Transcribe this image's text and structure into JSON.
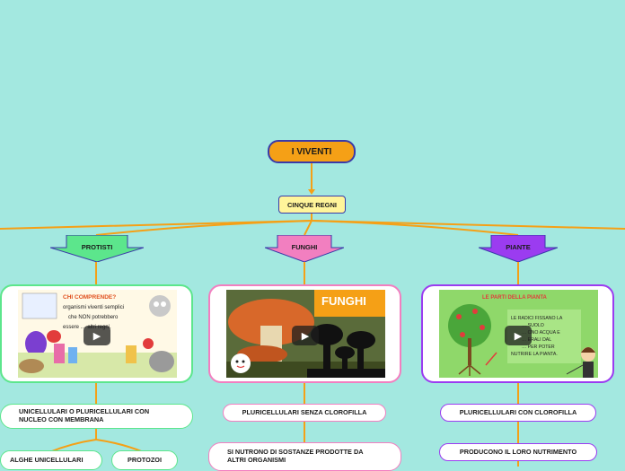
{
  "root": {
    "title": "I VIVENTI"
  },
  "level1": {
    "title": "CINQUE REGNI"
  },
  "branches": [
    {
      "label": "PROTISTI",
      "color": "#5ce68c"
    },
    {
      "label": "FUNGHI",
      "color": "#f27fc0"
    },
    {
      "label": "PIANTE",
      "color": "#9b3cf0"
    }
  ],
  "protisti": {
    "thumb": {
      "heading": "CHI COMPRENDE?",
      "line1": "organismi viventi semplici",
      "line2": "che NON potrebbero",
      "line3": "essere … altri regni."
    },
    "desc": "UNICELLULARI O PLURICELLULARI CON NUCLEO CON MEMBRANA",
    "sub": [
      "ALGHE UNICELLULARI",
      "PROTOZOI"
    ]
  },
  "funghi": {
    "thumb": {
      "heading": "FUNGHI"
    },
    "desc": "PLURICELLULARI SENZA CLOROFILLA",
    "desc2": "SI NUTRONO DI SOSTANZE PRODOTTE DA ALTRI ORGANISMI"
  },
  "piante": {
    "thumb": {
      "heading": "LE PARTI DELLA PIANTA",
      "t1": "LE RADICI FISSANO LA",
      "t2": "… SUOLO",
      "t3": "… ONO ACQUA E",
      "t4": "… ERALI DAL",
      "t5": "… PER POTER",
      "t6": "NUTRIRE LA PIANTA."
    },
    "desc": "PLURICELLULARI CON CLOROFILLA",
    "desc2": "PRODUCONO IL LORO NUTRIMENTO"
  },
  "icons": {
    "play": "play-icon"
  }
}
